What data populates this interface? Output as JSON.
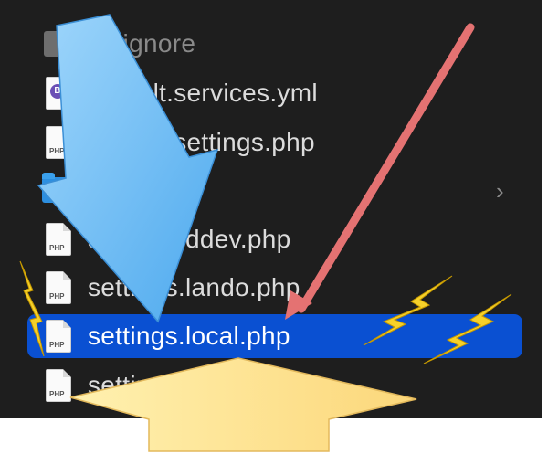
{
  "files": [
    {
      "name": ".gitignore",
      "icon": "generic-file-icon",
      "dim": true
    },
    {
      "name": "default.services.yml",
      "icon": "yml-file-icon",
      "badge": "B"
    },
    {
      "name": "default.settings.php",
      "icon": "php-file-icon",
      "tag": "PHP"
    },
    {
      "name": "",
      "icon": "folder-icon",
      "has_chevron": true
    },
    {
      "name": "settings.ddev.php",
      "icon": "php-file-icon",
      "tag": "PHP"
    },
    {
      "name": "settings.lando.php",
      "icon": "php-file-icon",
      "tag": "PHP"
    },
    {
      "name": "settings.local.php",
      "icon": "php-file-icon",
      "tag": "PHP",
      "selected": true
    },
    {
      "name": "settings.php",
      "icon": "php-file-icon",
      "tag": "PHP"
    }
  ],
  "colors": {
    "background": "#1e1e1e",
    "selection": "#0a50d2",
    "blue_arrow": "#6fc0f5",
    "red_arrow": "#e67373",
    "yellow_arrow": "#fde08a",
    "lightning": "#f6d12a"
  }
}
